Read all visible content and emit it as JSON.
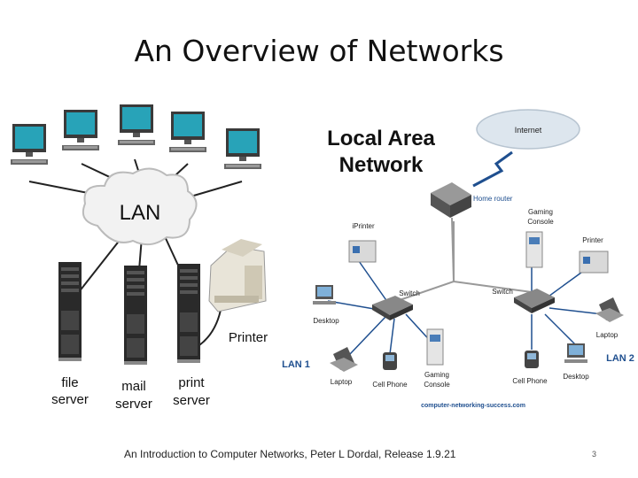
{
  "title": "An Overview of Networks",
  "left_diagram": {
    "cloud_label": "LAN",
    "servers": [
      {
        "line1": "file",
        "line2": "server"
      },
      {
        "line1": "mail",
        "line2": "server"
      },
      {
        "line1": "print",
        "line2": "server"
      }
    ],
    "printer_label": "Printer"
  },
  "right_diagram": {
    "heading_line1": "Local Area",
    "heading_line2": "Network",
    "internet": "Internet",
    "home_router": "Home router",
    "switch_left": "Switch",
    "switch_right": "Switch",
    "iprinter": "iPrinter",
    "gaming_console_top_line1": "Gaming",
    "gaming_console_top_line2": "Console",
    "printer_right": "Printer",
    "desktop_left": "Desktop",
    "laptop_left": "Laptop",
    "cellphone_left": "Cell Phone",
    "gaming_console_bottom_line1": "Gaming",
    "gaming_console_bottom_line2": "Console",
    "cellphone_right": "Cell Phone",
    "desktop_right": "Desktop",
    "laptop_right": "Laptop",
    "lan1": "LAN 1",
    "lan2": "LAN 2",
    "website": "computer-networking-success.com"
  },
  "footer": "An Introduction to Computer Networks, Peter L Dordal,  Release 1.9.21",
  "page_number": "3"
}
